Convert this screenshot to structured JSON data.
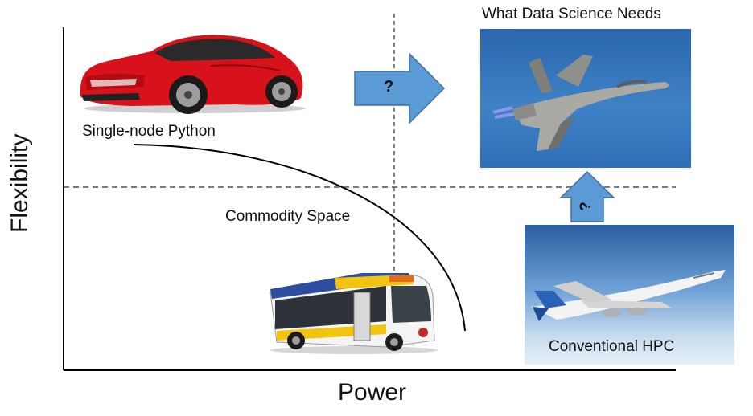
{
  "axes": {
    "x_label": "Power",
    "y_label": "Flexibility"
  },
  "labels": {
    "single_node": "Single-node Python",
    "commodity": "Commodity Space",
    "data_science": "What Data Science Needs",
    "hpc": "Conventional HPC"
  },
  "arrows": {
    "right_question": "?",
    "up_question": "?"
  },
  "icons": {
    "car": "red-sports-car-icon",
    "bus": "city-bus-icon",
    "jet": "fighter-jet-icon",
    "airliner": "airliner-icon"
  },
  "colors": {
    "arrow_fill": "#5b9bd5",
    "arrow_stroke": "#41719c",
    "divider": "#44546a",
    "car_red": "#d8121a",
    "bus_yellow": "#f2c40f"
  }
}
